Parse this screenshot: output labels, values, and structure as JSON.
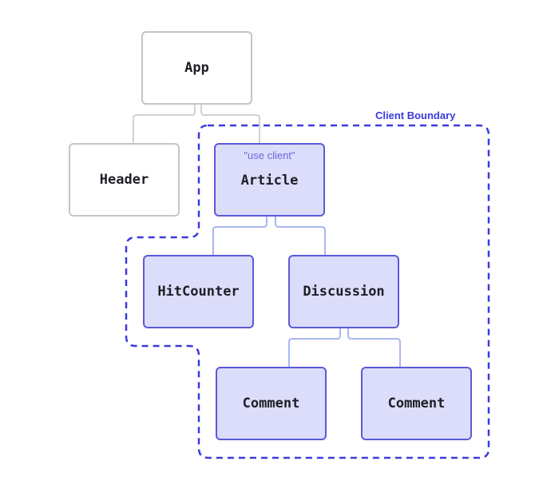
{
  "diagram": {
    "boundary": {
      "label": "Client Boundary",
      "color": "#3b3bdc"
    },
    "colors": {
      "server_fill": "#ffffff",
      "server_border": "#c4c4c8",
      "client_fill": "#dcdcfb",
      "client_border": "#5a5ad8",
      "server_edge": "#d2d2d6",
      "client_edge": "#a9b8f0"
    },
    "nodes": {
      "app": {
        "label": "App",
        "kind": "server"
      },
      "header": {
        "label": "Header",
        "kind": "server"
      },
      "article": {
        "label": "Article",
        "directive": "\"use client\"",
        "kind": "client"
      },
      "hitcounter": {
        "label": "HitCounter",
        "kind": "client"
      },
      "discussion": {
        "label": "Discussion",
        "kind": "client"
      },
      "comment_1": {
        "label": "Comment",
        "kind": "client"
      },
      "comment_2": {
        "label": "Comment",
        "kind": "client"
      }
    },
    "edges": [
      {
        "from": "App",
        "to": "Header"
      },
      {
        "from": "App",
        "to": "Article"
      },
      {
        "from": "Article",
        "to": "HitCounter"
      },
      {
        "from": "Article",
        "to": "Discussion"
      },
      {
        "from": "Discussion",
        "to": "Comment"
      },
      {
        "from": "Discussion",
        "to": "Comment"
      }
    ]
  }
}
